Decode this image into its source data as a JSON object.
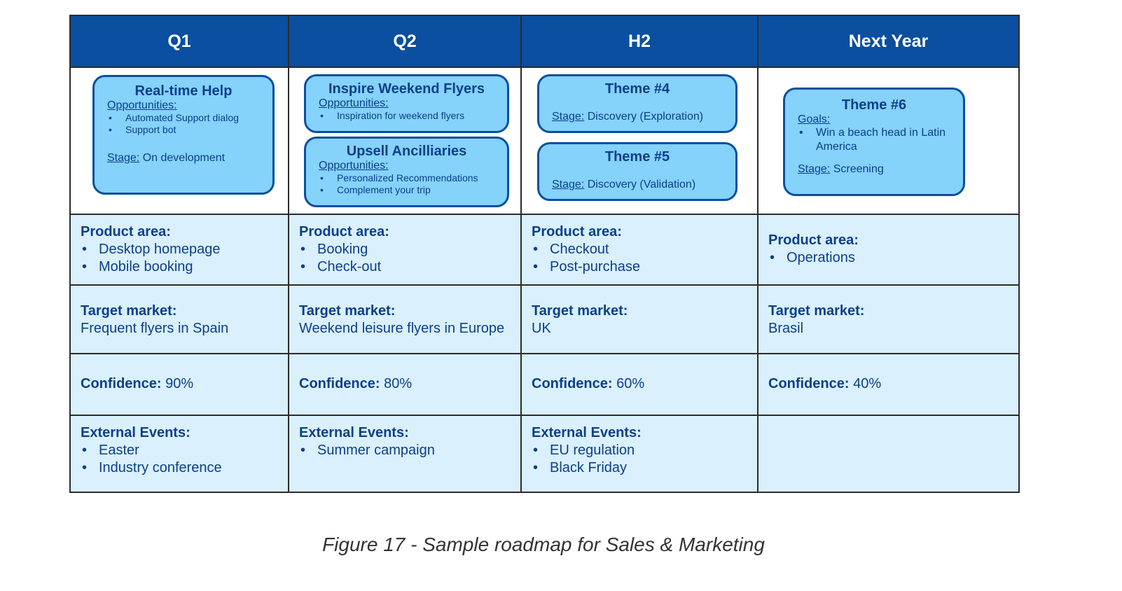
{
  "headers": [
    "Q1",
    "Q2",
    "H2",
    "Next Year"
  ],
  "themes": {
    "q1": {
      "title": "Real-time Help",
      "opps_label": "Opportunities:",
      "items": [
        "Automated Support dialog",
        "Support bot"
      ],
      "stage_label": "Stage:",
      "stage_value": "On development"
    },
    "q2a": {
      "title": "Inspire Weekend Flyers",
      "opps_label": "Opportunities:",
      "items": [
        "Inspiration for weekend flyers"
      ]
    },
    "q2b": {
      "title": "Upsell Ancilliaries",
      "opps_label": "Opportunities:",
      "items": [
        "Personalized Recommendations",
        "Complement your trip"
      ]
    },
    "h2a": {
      "title": "Theme #4",
      "stage_label": "Stage:",
      "stage_value": "Discovery (Exploration)"
    },
    "h2b": {
      "title": "Theme #5",
      "stage_label": "Stage:",
      "stage_value": "Discovery (Validation)"
    },
    "ny": {
      "title": "Theme #6",
      "goals_label": "Goals:",
      "items": [
        "Win a beach head in Latin America"
      ],
      "stage_label": "Stage:",
      "stage_value": "Screening"
    }
  },
  "product_area": {
    "label": "Product area:",
    "values": [
      [
        "Desktop homepage",
        "Mobile booking"
      ],
      [
        "Booking",
        "Check-out"
      ],
      [
        "Checkout",
        "Post-purchase"
      ],
      [
        "Operations"
      ]
    ]
  },
  "target_market": {
    "label": "Target market:",
    "values": [
      "Frequent flyers in Spain",
      "Weekend leisure flyers in Europe",
      "UK",
      "Brasil"
    ]
  },
  "confidence": {
    "label": "Confidence:",
    "values": [
      "90%",
      "80%",
      "60%",
      "40%"
    ]
  },
  "external_events": {
    "label": "External Events:",
    "values": [
      [
        "Easter",
        "Industry conference"
      ],
      [
        "Summer campaign"
      ],
      [
        "EU regulation",
        "Black Friday"
      ],
      []
    ]
  },
  "caption": "Figure 17 - Sample roadmap for Sales & Marketing"
}
